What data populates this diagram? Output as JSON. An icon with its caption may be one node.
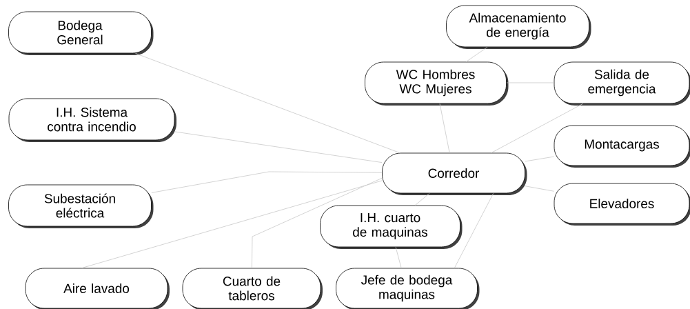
{
  "diagram": {
    "nodes": [
      {
        "text": [
          "Bodega General"
        ]
      },
      {
        "text": [
          "I.H. Sistema contra incendio"
        ]
      },
      {
        "text": [
          "Subestación eléctrica"
        ]
      },
      {
        "text": [
          "Aire lavado"
        ]
      },
      {
        "text": [
          "Cuarto de tableros"
        ]
      },
      {
        "text": [
          "Almacenamiento de energía"
        ]
      },
      {
        "text": [
          "WC Hombres WC Mujeres"
        ]
      },
      {
        "text": [
          "Salida de emergencia"
        ]
      },
      {
        "text": [
          "Corredor"
        ]
      },
      {
        "text": [
          "Montacargas"
        ]
      },
      {
        "text": [
          "Elevadores"
        ]
      },
      {
        "text": [
          "I.H. cuarto de maquinas"
        ]
      },
      {
        "text": [
          "Jefe de bodega maquinas"
        ]
      }
    ],
    "edges": [
      {
        "from": 0,
        "to": 8,
        "arrow": "none"
      },
      {
        "from": 1,
        "to": 8,
        "arrow": "none"
      },
      {
        "from": 2,
        "to": 8,
        "arrow": "none"
      },
      {
        "from": 3,
        "to": 8,
        "arrow": "none"
      },
      {
        "from": 4,
        "to": 8,
        "arrow": "none"
      },
      {
        "from": 5,
        "to": 6,
        "arrow": "none"
      },
      {
        "from": 6,
        "to": 7,
        "arrow": "none"
      },
      {
        "from": 6,
        "to": 8,
        "arrow": "none"
      },
      {
        "from": 7,
        "to": 8,
        "arrow": "none"
      },
      {
        "from": 8,
        "to": 9,
        "arrow": "none"
      },
      {
        "from": 8,
        "to": 10,
        "arrow": "none"
      },
      {
        "from": 8,
        "to": 11,
        "arrow": "none"
      },
      {
        "from": 11,
        "to": 12,
        "arrow": "none"
      },
      {
        "from": 12,
        "to": 8,
        "arrow": "none"
      }
    ]
  }
}
